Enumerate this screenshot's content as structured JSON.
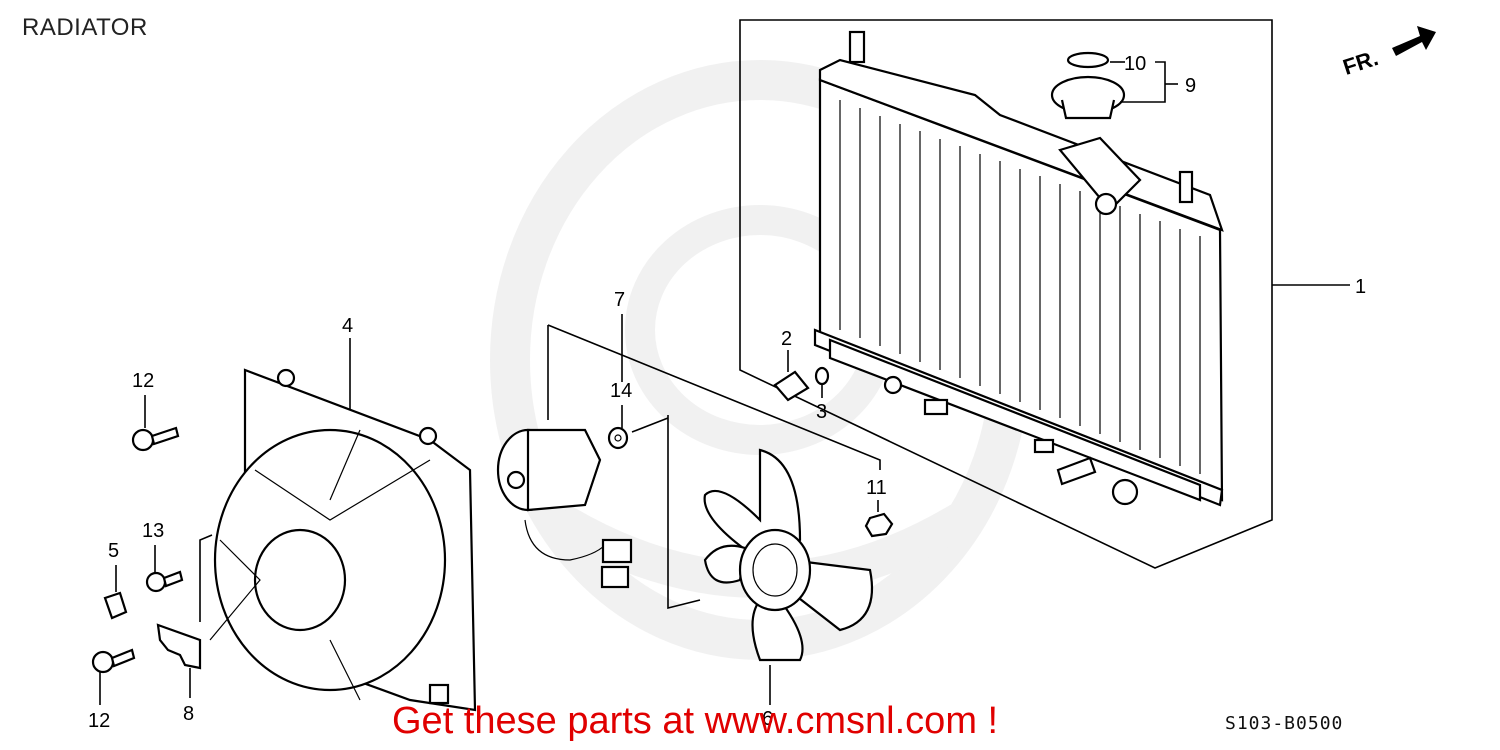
{
  "diagram": {
    "title": "RADIATOR",
    "direction_label": "FR.",
    "drawing_code": "S103-B0500",
    "promo_text": "Get these parts at www.cmsnl.com !",
    "callouts": {
      "radiator": "1",
      "drain_plug": "2",
      "o_ring": "3",
      "shroud": "4",
      "clip": "5",
      "fan": "6",
      "motor": "7",
      "bracket": "8",
      "cap": "9",
      "cap_seal": "10",
      "nut": "11",
      "bolt_top": "12",
      "bolt_bottom": "12",
      "bolt_mid": "13",
      "washer": "14"
    },
    "colors": {
      "line": "#000000",
      "promo": "#e00000",
      "watermark": "#e6e6e6"
    }
  }
}
